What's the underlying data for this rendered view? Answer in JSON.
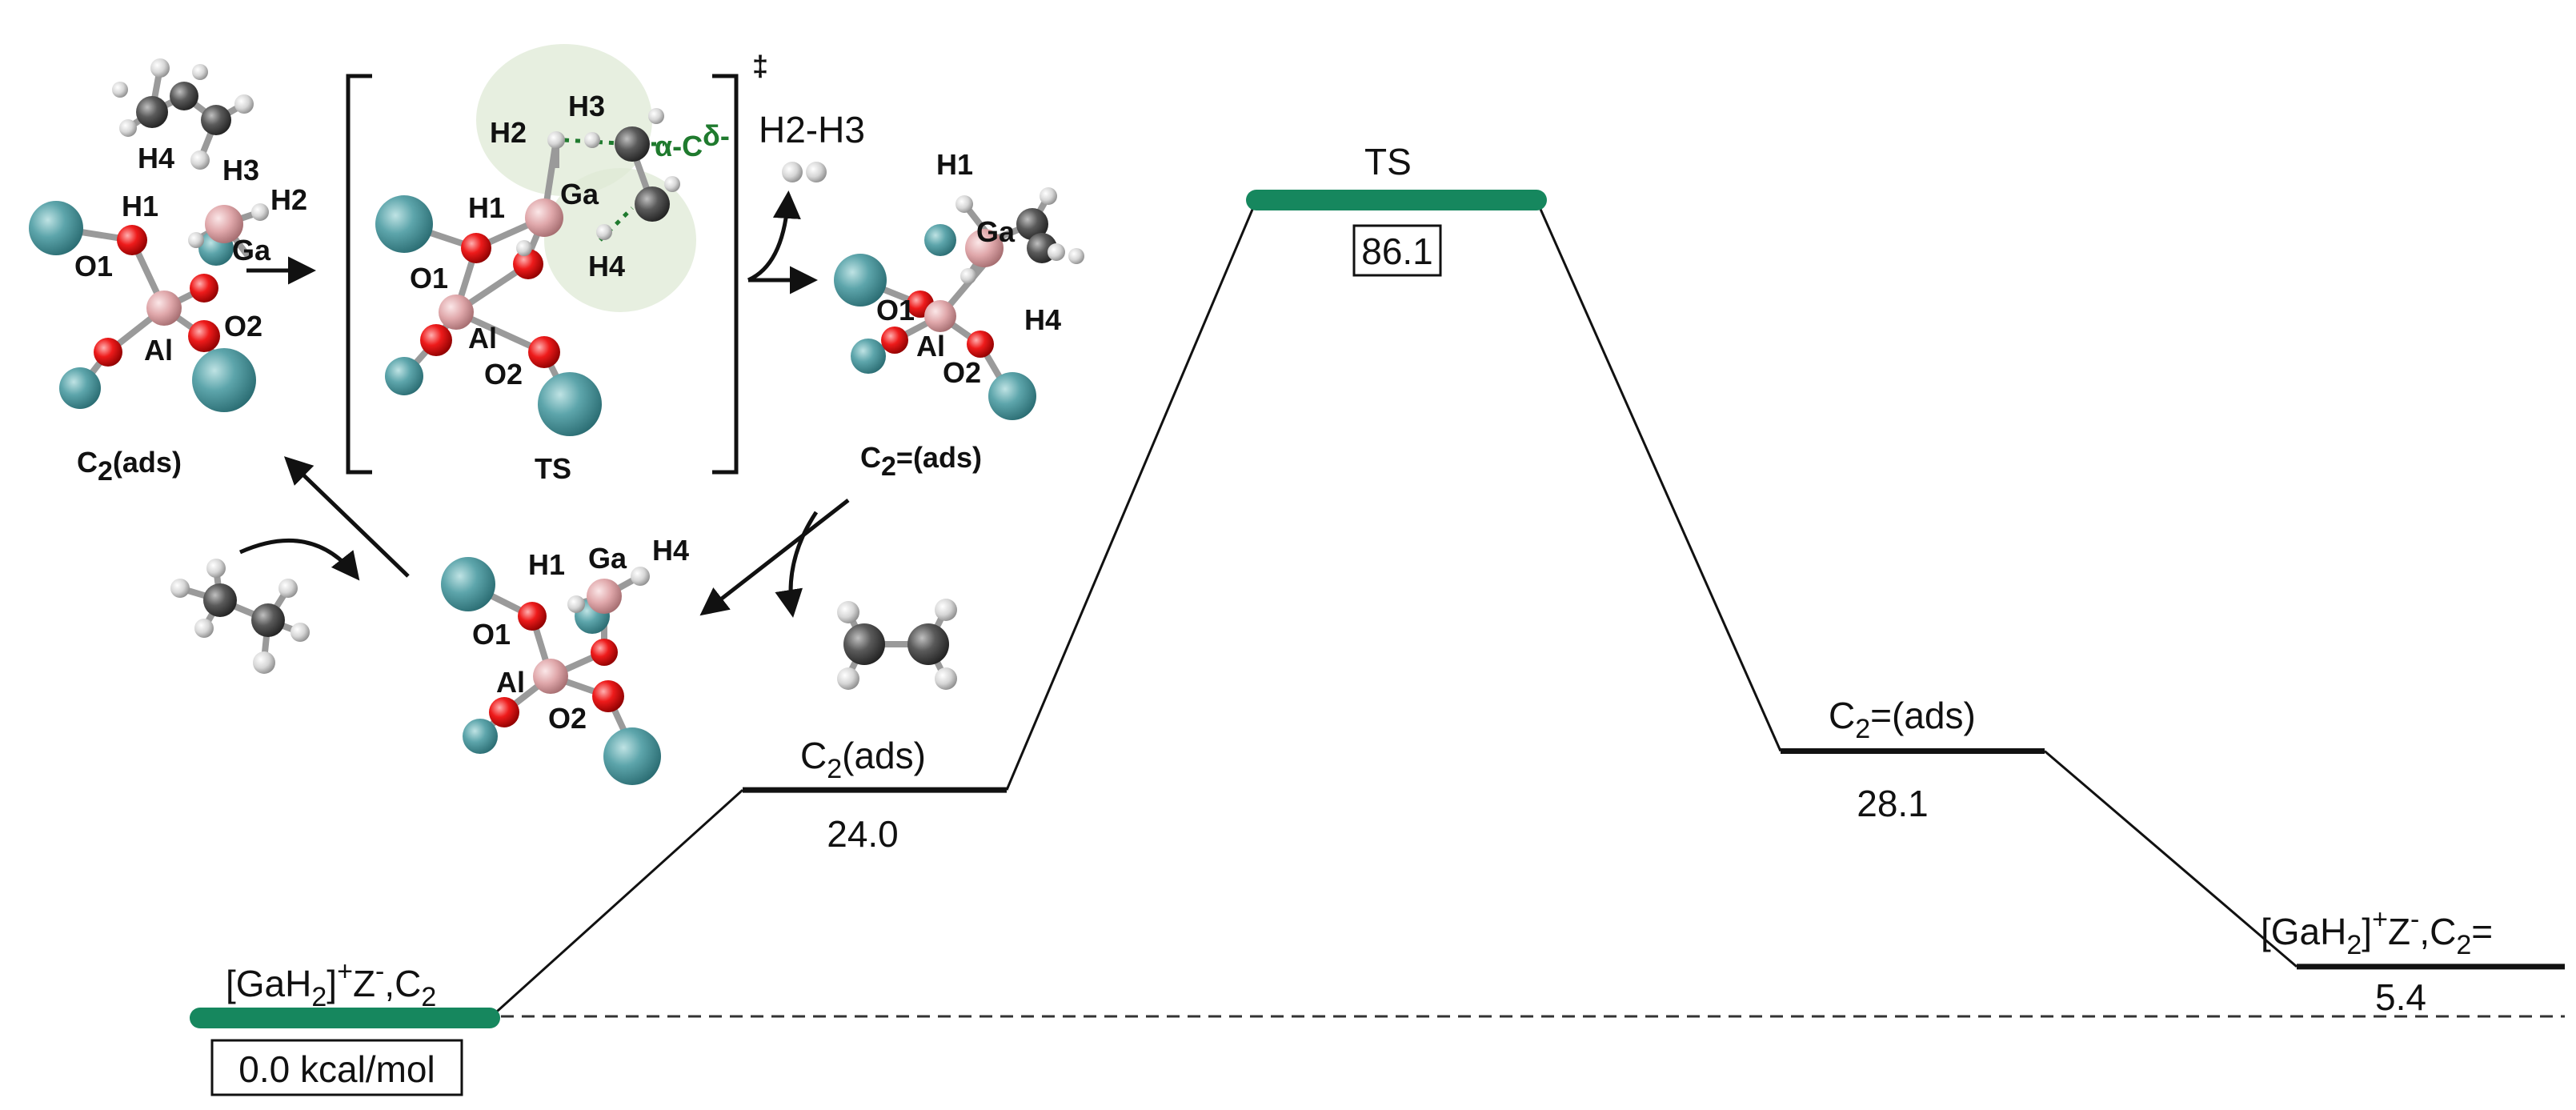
{
  "diagram": {
    "levels": [
      {
        "key": "start",
        "label_main": "[GaH",
        "label_sub": "2",
        "label_rest": "]",
        "label_sup1": "+",
        "label_mid": "Z",
        "label_sup2": "-",
        "label_tail": ",C",
        "label_sub2": "2",
        "value": "0.0 kcal/mol",
        "energy": 0.0,
        "color": "#16875e",
        "boxed": true
      },
      {
        "key": "ads",
        "label_main": "C",
        "label_sub": "2",
        "label_rest": "(ads)",
        "value": "24.0",
        "energy": 24.0,
        "color": "#111111",
        "boxed": false
      },
      {
        "key": "ts",
        "label_main": "TS",
        "value": "86.1",
        "energy": 86.1,
        "color": "#16875e",
        "boxed": true
      },
      {
        "key": "ene_ads",
        "label_main": "C",
        "label_sub": "2",
        "label_rest": "=(ads)",
        "value": "28.1",
        "energy": 28.1,
        "color": "#111111",
        "boxed": false
      },
      {
        "key": "end",
        "label_main": "[GaH",
        "label_sub": "2",
        "label_rest": "]",
        "label_sup1": "+",
        "label_mid": "Z",
        "label_sup2": "-",
        "label_tail": ",C",
        "label_sub2": "2",
        "label_end": "=",
        "value": "5.4",
        "energy": 5.4,
        "color": "#111111",
        "boxed": false
      }
    ]
  },
  "molecules": {
    "c2_ads": {
      "caption_main": "C",
      "caption_sub": "2",
      "caption_rest": "(ads)",
      "atoms": [
        "H4",
        "H3",
        "H2",
        "H1",
        "Ga",
        "O1",
        "O2",
        "Al"
      ]
    },
    "ts": {
      "caption": "TS",
      "dagger": "‡",
      "atoms": [
        "H2",
        "H3",
        "α-C",
        "δ-",
        "H1",
        "Ga",
        "H4",
        "O1",
        "Al",
        "O2"
      ]
    },
    "h2h3": {
      "label": "H2-H3"
    },
    "c2ene_ads": {
      "caption_main": "C",
      "caption_sub": "2",
      "caption_rest": "=(ads)",
      "atoms": [
        "H1",
        "Ga",
        "H4",
        "O1",
        "Al",
        "O2"
      ]
    },
    "center": {
      "atoms": [
        "H1",
        "Ga",
        "H4",
        "O1",
        "Al",
        "O2"
      ]
    }
  },
  "colors": {
    "teal_atom": "#4f9aa0",
    "oxygen": "#e8141c",
    "al_ga": "#e3aeb1",
    "carbon": "#555555",
    "hydrogen": "#e5e5e5",
    "highlight": "#dfe9d5",
    "green_level": "#16875e",
    "green_text": "#1f7a2e"
  }
}
